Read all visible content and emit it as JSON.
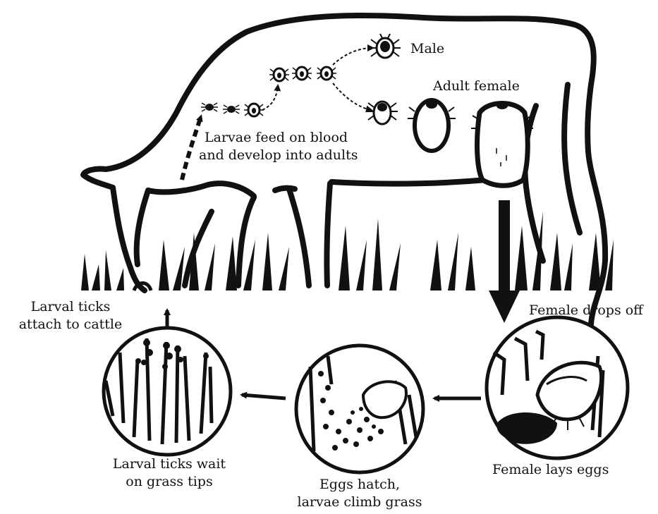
{
  "labels": {
    "male": "Male",
    "adult_female": "Adult female",
    "larvae_feed_line1": "Larvae feed on blood",
    "larvae_feed_line2": "and develop into adults",
    "female_drops_off": "Female drops off",
    "female_lays_eggs": "Female lays eggs",
    "eggs_hatch_line1": "Eggs hatch,",
    "eggs_hatch_line2": "larvae climb grass",
    "larval_wait_line1": "Larval ticks wait",
    "larval_wait_line2": "on grass tips",
    "larval_attach_line1": "Larval ticks",
    "larval_attach_line2": "attach to cattle"
  },
  "colors": {
    "ink": "#111111",
    "paper": "#ffffff"
  },
  "icons": [
    "cow-outline",
    "tick-larva-icon",
    "tick-nymph-icon",
    "male-tick-icon",
    "female-tick-icon",
    "engorged-female-tick-icon",
    "grass",
    "egg-mass"
  ]
}
